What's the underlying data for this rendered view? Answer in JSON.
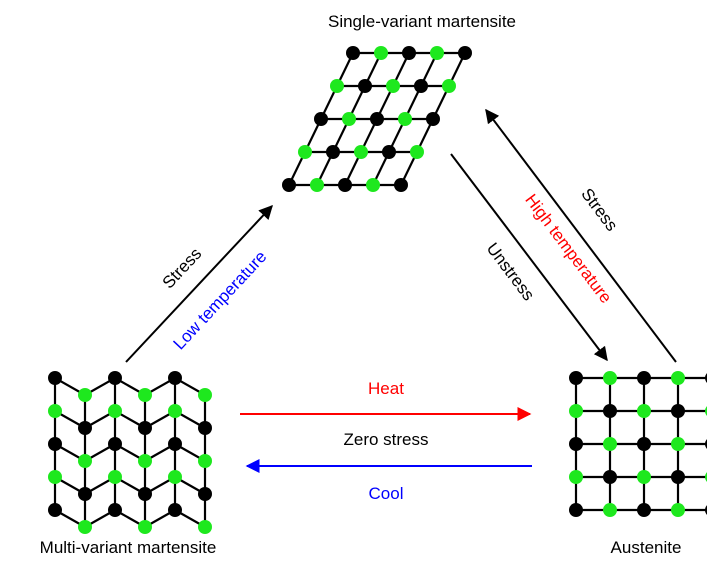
{
  "title": "Single-variant martensite",
  "labels": {
    "multi_variant": "Multi-variant martensite",
    "austenite": "Austenite"
  },
  "transitions": {
    "left_black": "Stress",
    "left_blue": "Low temperature",
    "right_outer": "Stress",
    "right_red": "High temperature",
    "right_inner": "Unstress",
    "bottom_red": "Heat",
    "bottom_black": "Zero stress",
    "bottom_blue": "Cool"
  },
  "colors": {
    "black_atom": "#000000",
    "green_atom": "#1EE81E",
    "red": "#FF0000",
    "blue": "#0000FF",
    "line": "#000000"
  }
}
